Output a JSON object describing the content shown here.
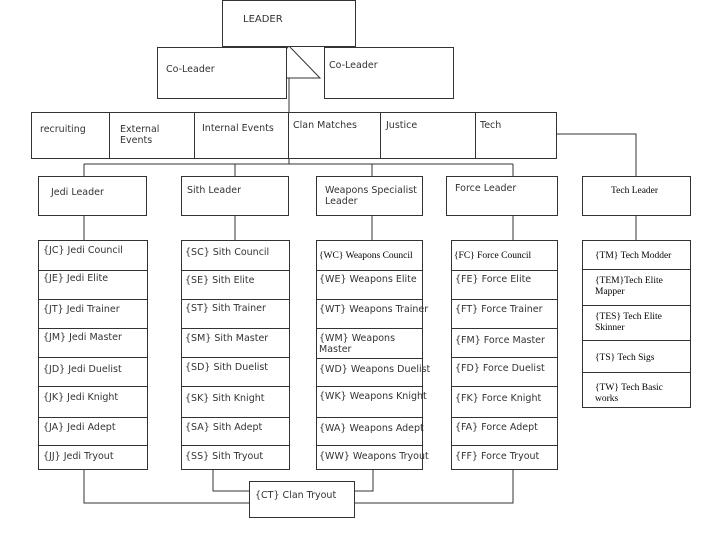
{
  "leader": "LEADER",
  "co_leader_left": "Co-Leader",
  "co_leader_right": "Co-Leader",
  "departments": [
    "recruiting",
    "External Events",
    "Internal Events",
    "Clan Matches",
    "Justice",
    "Tech"
  ],
  "branches": [
    {
      "head": "Jedi Leader",
      "ranks": [
        "{JC} Jedi Council",
        "{JE} Jedi Elite",
        "{JT} Jedi Trainer",
        "{JM} Jedi Master",
        "{JD} Jedi Duelist",
        "{JK} Jedi Knight",
        "{JA} Jedi Adept",
        "{JJ} Jedi Tryout"
      ]
    },
    {
      "head": "Sith Leader",
      "ranks": [
        "{SC} Sith Council",
        "{SE} Sith Elite",
        "{ST} Sith Trainer",
        "{SM} Sith Master",
        "{SD} Sith Duelist",
        "{SK} Sith Knight",
        "{SA} Sith Adept",
        "{SS} Sith Tryout"
      ]
    },
    {
      "head": "Weapons Specialist Leader",
      "ranks": [
        "{WC} Weapons Council",
        "{WE} Weapons Elite",
        "{WT} Weapons Trainer",
        "{WM} Weapons Master",
        "{WD} Weapons Duelist",
        "{WK} Weapons Knight",
        "{WA} Weapons Adept",
        "{WW} Weapons Tryout"
      ]
    },
    {
      "head": "Force Leader",
      "ranks": [
        "{FC} Force Council",
        "{FE} Force Elite",
        "{FT} Force Trainer",
        "{FM} Force Master",
        "{FD} Force Duelist",
        "{FK} Force Knight",
        "{FA} Force Adept",
        "{FF} Force Tryout"
      ]
    }
  ],
  "tech_leader": "Tech Leader",
  "tech_ranks": [
    "{TM} Tech Modder",
    "{TEM}Tech Elite Mapper",
    "{TES} Tech Elite Skinner",
    "{TS} Tech Sigs",
    "{TW} Tech Basic works"
  ],
  "clan_tryout": "{CT} Clan Tryout"
}
